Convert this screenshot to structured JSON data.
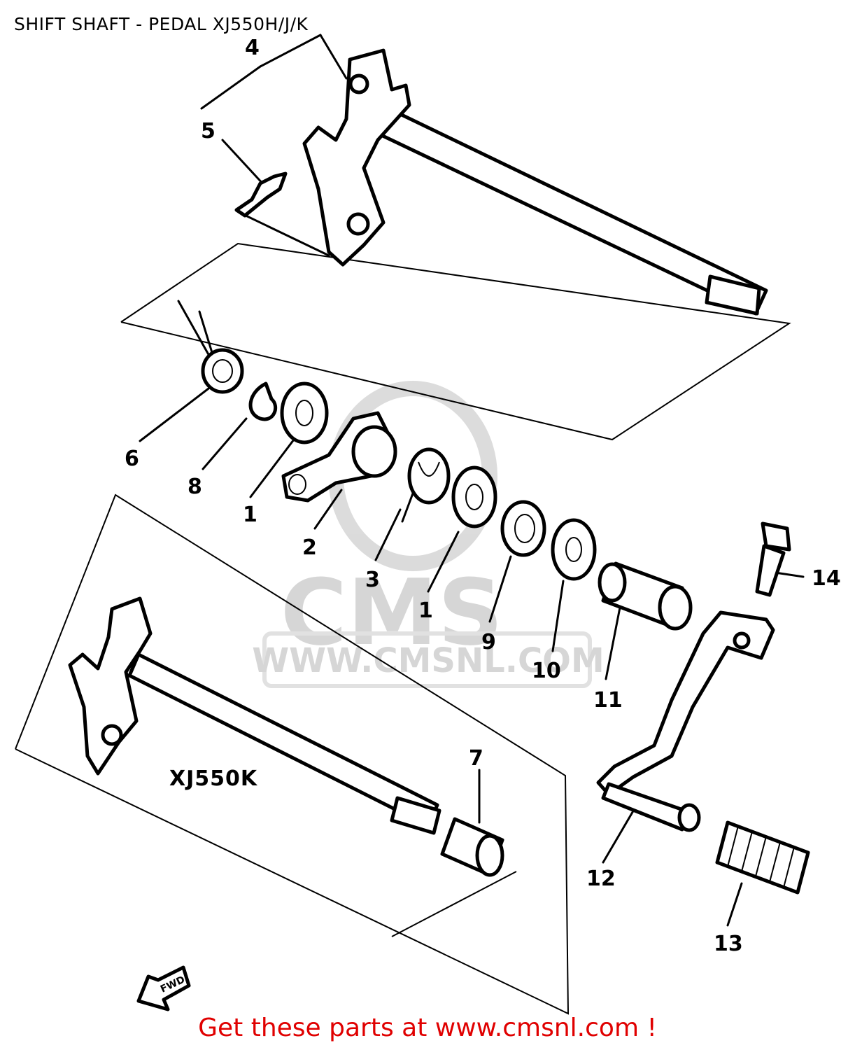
{
  "title": "SHIFT SHAFT - PEDAL XJ550H/J/K",
  "variant_label": "XJ550K",
  "footer": "Get these parts at www.cmsnl.com !",
  "watermark": {
    "brand": "CMS",
    "url": "WWW.CMSNL.COM"
  },
  "direction_label": "FWD",
  "callouts": [
    "4",
    "5",
    "6",
    "8",
    "1",
    "2",
    "3",
    "1",
    "9",
    "10",
    "11",
    "14",
    "7",
    "12",
    "13"
  ],
  "colors": {
    "ink": "#000000",
    "footer": "#e00000",
    "watermark": "#d2d2d2"
  }
}
